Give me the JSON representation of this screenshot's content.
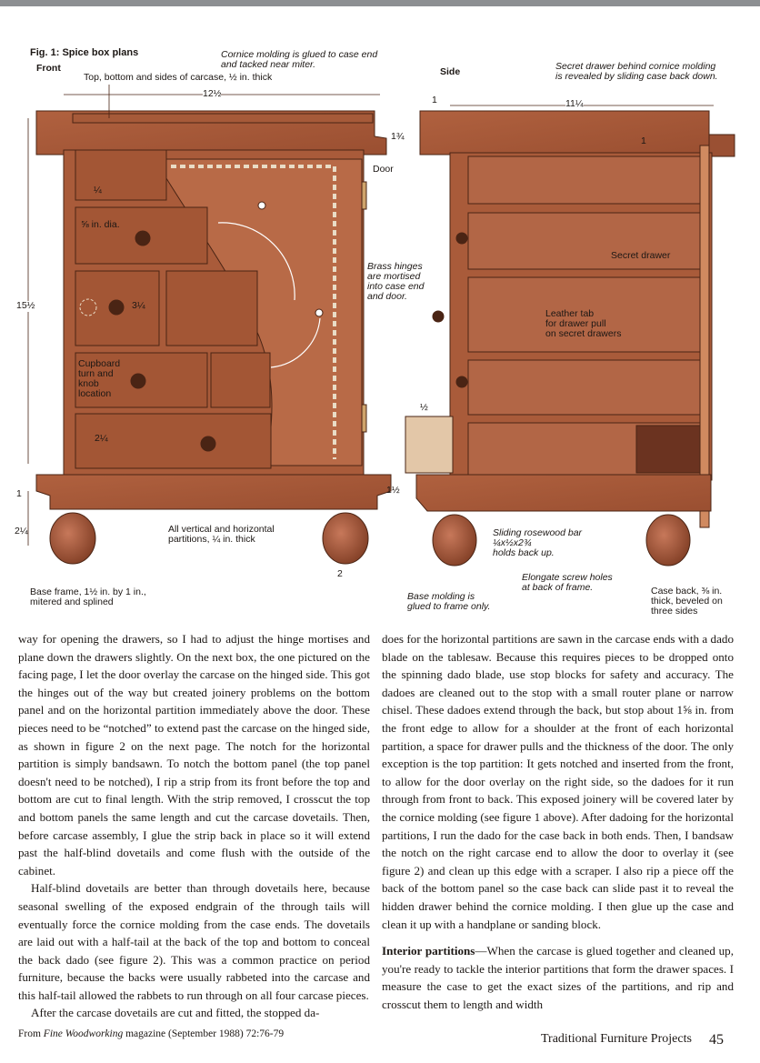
{
  "figure": {
    "caption": "Fig. 1: Spice box plans",
    "front_label": "Front",
    "side_label": "Side",
    "labels": {
      "cornice": [
        "Cornice molding is glued to case end",
        "and tacked near miter."
      ],
      "top_bottom": "Top, bottom and sides of carcase, ½ in. thick",
      "width_front": "12½",
      "dim_1_3_4": "1¾",
      "door": "Door",
      "quarter": "¼",
      "knob_dia": "⅝ in. dia.",
      "dim_3_1_4": "3¼",
      "height": "15½",
      "cupboard": [
        "Cupboard",
        "turn and",
        "knob",
        "location"
      ],
      "dim_2_1_4": "2¼",
      "brass_hinges": [
        "Brass hinges",
        "are mortised",
        "into case end",
        "and door."
      ],
      "half": "½",
      "dim_1_1_2": "1½",
      "one_left": "1",
      "dim_2_1_4_b": "2¼",
      "all_partitions": [
        "All vertical and horizontal",
        "partitions, ¼ in. thick"
      ],
      "two": "2",
      "base_frame": [
        "Base frame, 1½ in. by 1 in.,",
        "mitered and splined"
      ],
      "secret_drawer_note": [
        "Secret drawer behind cornice molding",
        "is revealed by sliding case back down."
      ],
      "width_side": "11¼",
      "one_side": "1",
      "one_inner": "1",
      "secret_drawer": "Secret drawer",
      "leather_tab": [
        "Leather tab",
        "for drawer pull",
        "on secret drawers"
      ],
      "sliding_bar": [
        "Sliding rosewood bar",
        "¼x½x2¾",
        "holds back up."
      ],
      "elongate": [
        "Elongate screw holes",
        "at back of frame."
      ],
      "base_molding": [
        "Base molding is",
        "glued to frame only."
      ],
      "case_back": [
        "Case back, ⅜ in.",
        "thick, beveled on",
        "three sides"
      ]
    }
  },
  "article": {
    "col1": {
      "p1": "way for opening the drawers, so I had to adjust the hinge mortises and plane down the drawers slightly. On the next box, the one pictured on the facing page, I let the door overlay the carcase on the hinged side. This got the hinges out of the way but created joinery problems on the bottom panel and on the horizontal partition immediately above the door. These pieces need to be “notched” to extend past the carcase on the hinged side, as shown in figure 2 on the next page. The notch for the horizontal partition is simply bandsawn. To notch the bottom panel (the top panel doesn't need to be notched), I rip a strip from its front before the top and bottom are cut to final length. With the strip removed, I crosscut the top and bottom panels the same length and cut the carcase dovetails. Then, before carcase assembly, I glue the strip back in place so it will extend past the half-blind dovetails and come flush with the outside of the cabinet.",
      "p2": "Half-blind dovetails are better than through dovetails here, because seasonal swelling of the exposed endgrain of the through tails will eventually force the cornice molding from the case ends. The dovetails are laid out with a half-tail at the back of the top and bottom to conceal the back dado (see figure 2). This was a common practice on period furniture, because the backs were usually rabbeted into the carcase and this half-tail allowed the rabbets to run through on all four carcase pieces.",
      "p3": "After the carcase dovetails are cut and fitted, the stopped da-"
    },
    "col2": {
      "p1": "does for the horizontal partitions are sawn in the carcase ends with a dado blade on the tablesaw. Because this requires pieces to be dropped onto the spinning dado blade, use stop blocks for safety and accuracy. The dadoes are cleaned out to the stop with a small router plane or narrow chisel. These dadoes extend through the back, but stop about 1⅝ in. from the front edge to allow for a shoulder at the front of each horizontal partition, a space for drawer pulls and the thickness of the door. The only exception is the top partition: It gets notched and inserted from the front, to allow for the door overlay on the right side, so the dadoes for it run through from front to back. This exposed joinery will be covered later by the cornice molding (see figure 1 above). After dadoing for the horizontal partitions, I run the dado for the case back in both ends. Then, I bandsaw the notch on the right carcase end to allow the door to overlay it (see figure 2) and clean up this edge with a scraper. I also rip a piece off the back of the bottom panel so the case back can slide past it to reveal the hidden drawer behind the cornice molding. I then glue up the case and clean it up with a handplane or sanding block.",
      "p2_head": "Interior partitions",
      "p2_dash": "—",
      "p2": "When the carcase is glued together and cleaned up, you're ready to tackle the interior partitions that form the drawer spaces. I measure the case to get the exact sizes of the partitions, and rip and crosscut them to length and width"
    }
  },
  "footer": {
    "source_prefix": "From ",
    "source_mag": "Fine Woodworking",
    "source_suffix": " magazine (September 1988) 72:76-79",
    "title": "Traditional Furniture Projects",
    "page": "45"
  }
}
